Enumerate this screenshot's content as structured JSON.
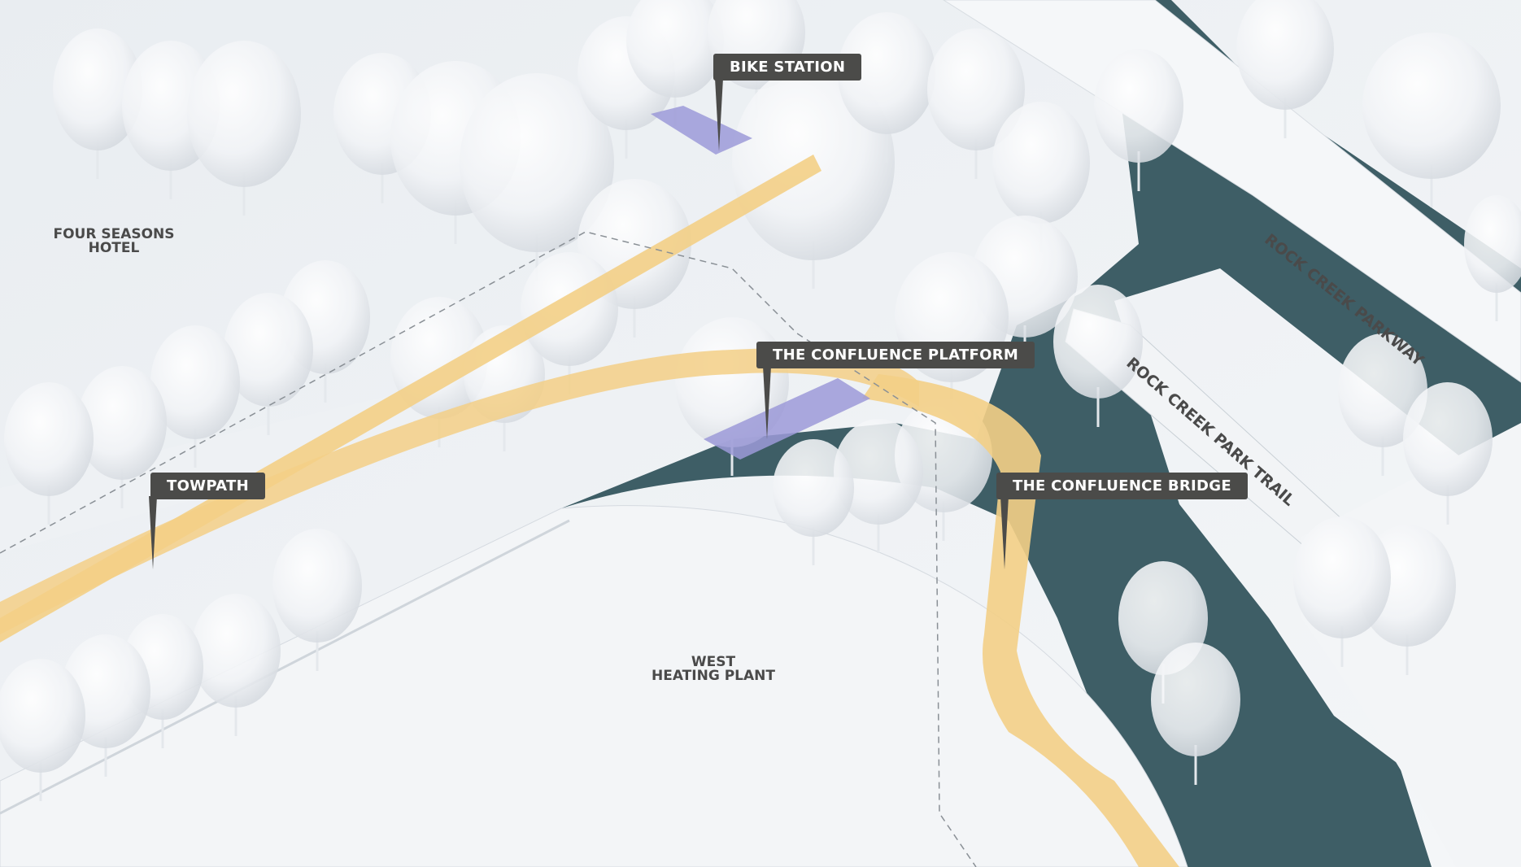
{
  "callouts": {
    "bike_station": "BIKE STATION",
    "confluence_platform": "THE CONFLUENCE PLATFORM",
    "towpath": "TOWPATH",
    "confluence_bridge": "THE CONFLUENCE BRIDGE"
  },
  "places": {
    "hotel_line1": "FOUR SEASONS",
    "hotel_line2": "HOTEL",
    "plant_line1": "WEST",
    "plant_line2": "HEATING PLANT",
    "parkway": "ROCK CREEK PARKWAY",
    "park_trail": "ROCK CREEK PARK TRAIL"
  },
  "colors": {
    "path": "#f3cf86",
    "water": "#3e5e66",
    "platform": "#9c9ad8",
    "label_bg": "#4b4b49"
  }
}
